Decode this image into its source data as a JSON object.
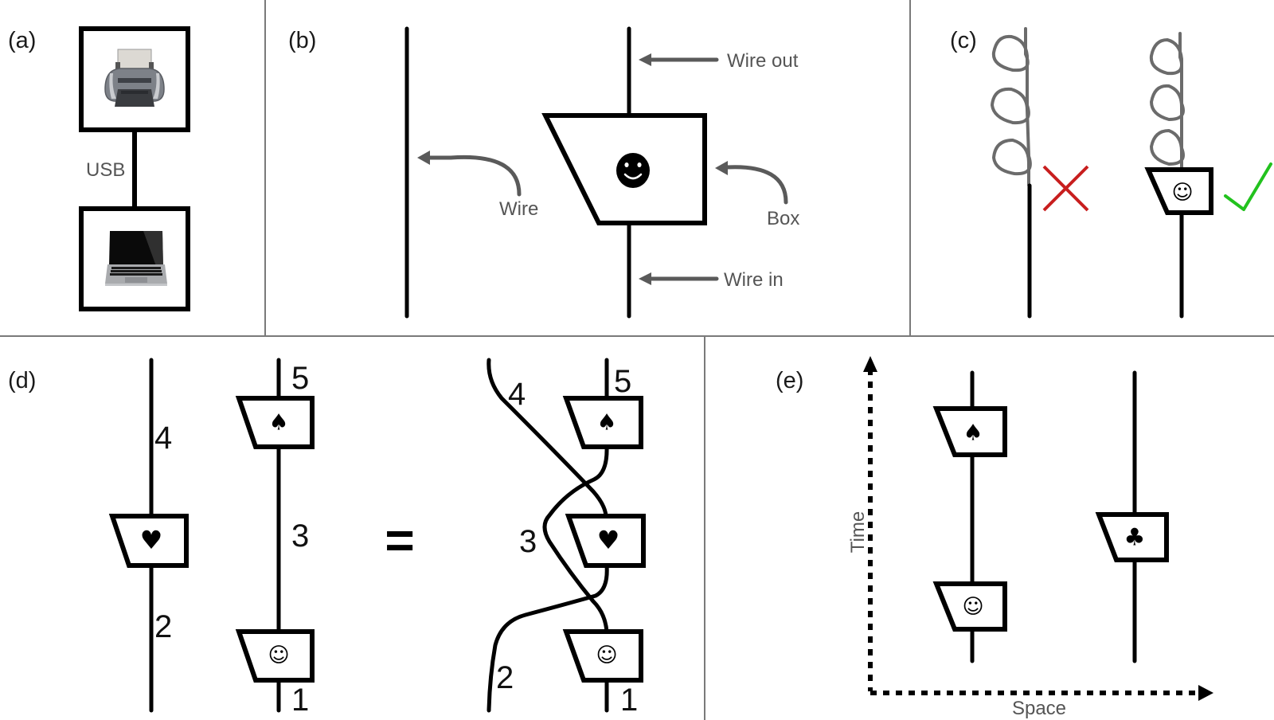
{
  "figure": {
    "panels": {
      "a": {
        "label": "(a)",
        "top_device": "printer-icon",
        "bottom_device": "laptop-icon",
        "connection_label": "USB"
      },
      "b": {
        "label": "(b)",
        "annotations": {
          "wire": "Wire",
          "wire_out": "Wire out",
          "box": "Box",
          "wire_in": "Wire in"
        },
        "box_symbol": "☻"
      },
      "c": {
        "label": "(c)",
        "wrong_mark": "✗",
        "right_mark": "✓",
        "box_symbol": "☺"
      },
      "d": {
        "label": "(d)",
        "left": {
          "wire1": {
            "top_label": "4",
            "bottom_label": "2",
            "box_symbol": "♥"
          },
          "wire2": {
            "top_label": "5",
            "middle_label": "3",
            "bottom_label": "1",
            "box_symbols": [
              "♠",
              "☺"
            ]
          }
        },
        "equals": "=",
        "right": {
          "labels": {
            "four": "4",
            "five": "5",
            "three": "3",
            "two": "2",
            "one": "1"
          },
          "box_symbols": [
            "♠",
            "♥",
            "☺"
          ]
        }
      },
      "e": {
        "label": "(e)",
        "y_axis": "Time",
        "x_axis": "Space",
        "left_wire_boxes": [
          "♠",
          "☺"
        ],
        "right_wire_boxes": [
          "♣"
        ]
      }
    },
    "colors": {
      "label_1": "#ee1eb4",
      "label_2": "#3fb51a",
      "label_3": "#1f4fe0",
      "label_4": "#ee1c1c",
      "label_5": "#c8861a",
      "cross": "#c81e1e",
      "check": "#22c21e"
    }
  }
}
